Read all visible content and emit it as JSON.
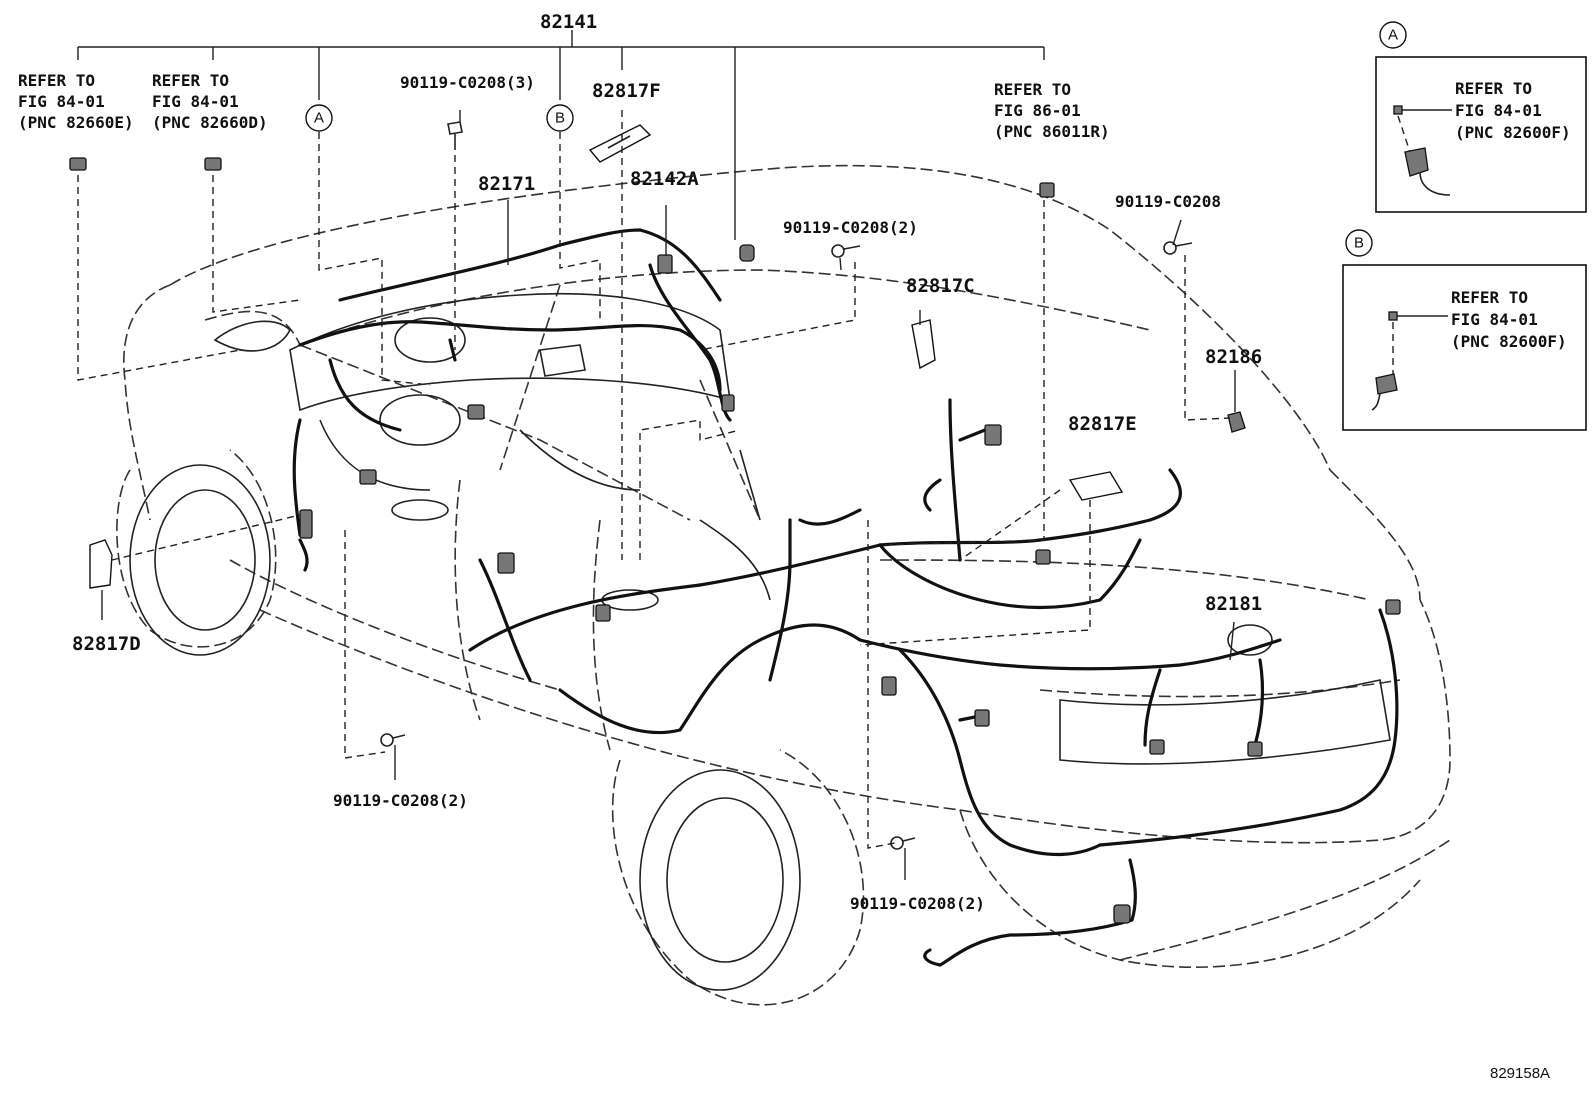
{
  "parts": {
    "main_harness": "82141",
    "p82171": "82171",
    "p82817F": "82817F",
    "p82142A": "82142A",
    "p82817C": "82817C",
    "p82186": "82186",
    "p82817E": "82817E",
    "p82181": "82181",
    "p82817D": "82817D"
  },
  "bolts": {
    "b_top3": "90119-C0208(3)",
    "b_mid2": "90119-C0208(2)",
    "b_right": "90119-C0208",
    "b_low_left2": "90119-C0208(2)",
    "b_low_right2": "90119-C0208(2)"
  },
  "refs": {
    "ref1": {
      "line1": "REFER TO",
      "line2": "FIG 84-01",
      "line3": "(PNC 82660E)"
    },
    "ref2": {
      "line1": "REFER TO",
      "line2": "FIG 84-01",
      "line3": "(PNC 82660D)"
    },
    "ref3": {
      "line1": "REFER TO",
      "line2": "FIG 86-01",
      "line3": "(PNC 86011R)"
    }
  },
  "callouts": {
    "a": "A",
    "b": "B"
  },
  "insets": {
    "a": {
      "letter": "A",
      "line1": "REFER TO",
      "line2": "FIG 84-01",
      "line3": "(PNC 82600F)"
    },
    "b": {
      "letter": "B",
      "line1": "REFER TO",
      "line2": "FIG 84-01",
      "line3": "(PNC 82600F)"
    }
  },
  "figure_id": "829158A"
}
